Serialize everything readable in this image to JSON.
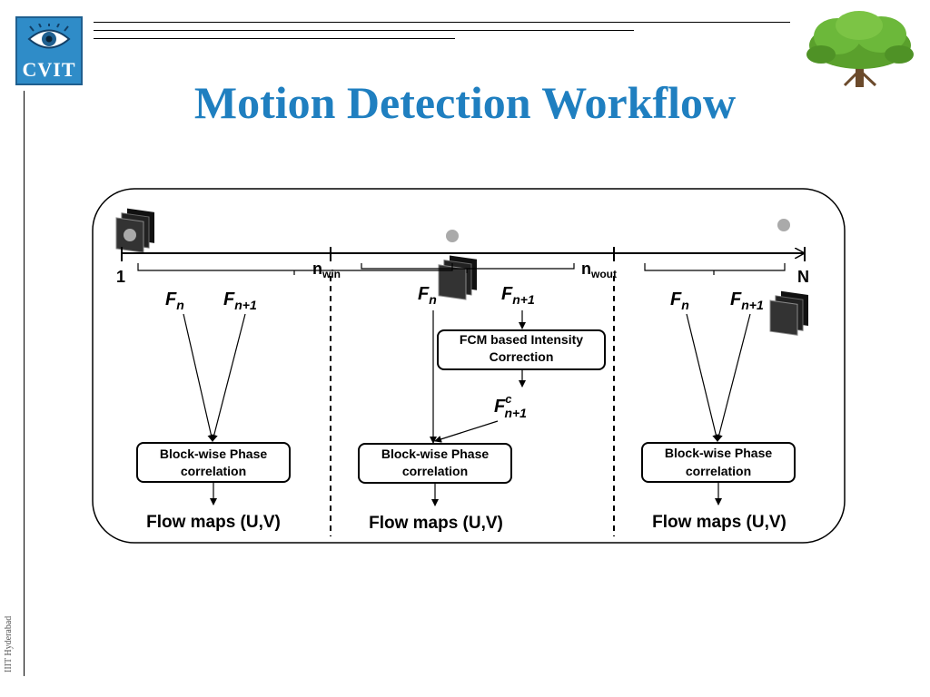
{
  "header": {
    "logo_text": "CVIT",
    "title": "Motion Detection Workflow",
    "footer": "IIIT Hyderabad"
  },
  "diagram": {
    "timeline": {
      "start": "1",
      "n_win": "n",
      "n_win_sub": "win",
      "n_wout": "n",
      "n_wout_sub": "wout",
      "end": "N"
    },
    "frame_labels": {
      "f": "F",
      "n": "n",
      "n_plus_1": "n+1",
      "c": "c"
    },
    "stage1": {
      "block_line1": "Block-wise Phase",
      "block_line2": "correlation",
      "output": "Flow maps (U,V)"
    },
    "stage2": {
      "fcm_line1": "FCM based Intensity",
      "fcm_line2": "Correction",
      "block_line1": "Block-wise Phase",
      "block_line2": "correlation",
      "output": "Flow maps (U,V)"
    },
    "stage3": {
      "block_line1": "Block-wise Phase",
      "block_line2": "correlation",
      "output": "Flow maps (U,V)"
    }
  }
}
